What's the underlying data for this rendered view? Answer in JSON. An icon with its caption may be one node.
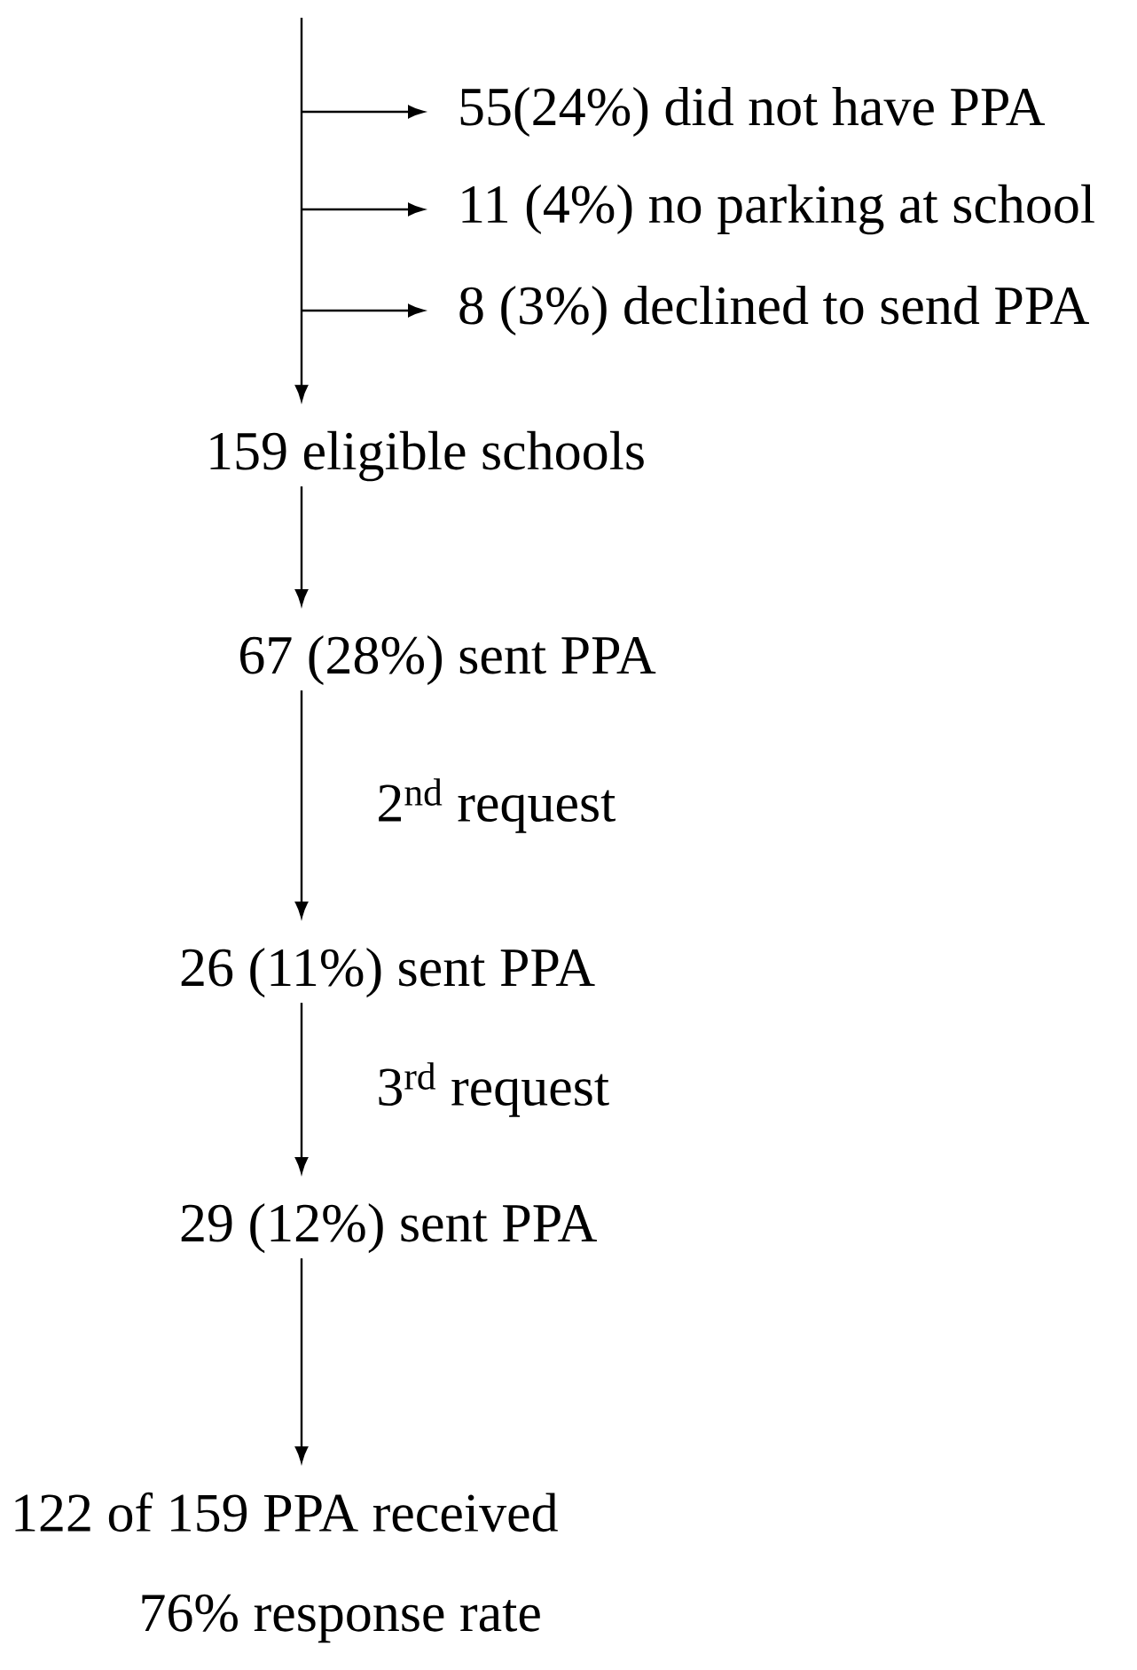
{
  "diagram": {
    "nodes": [
      {
        "text": [
          "55(24%) did not have PPA"
        ]
      },
      {
        "text": [
          "11 (4%) no parking at school"
        ]
      },
      {
        "text": [
          "8 (3%) declined to send PPA"
        ]
      },
      {
        "text": [
          "159 eligible schools"
        ]
      },
      {
        "text": [
          "67 (28%) sent PPA"
        ]
      },
      {
        "text": [
          "26 (11%) sent PPA"
        ]
      },
      {
        "text": [
          "29 (12%) sent PPA"
        ]
      },
      {
        "text": [
          "122 of 159 PPA received"
        ]
      }
    ],
    "edges": [
      {
        "from": null,
        "to": 3,
        "arrow": "to"
      },
      {
        "from": null,
        "to": 0,
        "arrow": "to"
      },
      {
        "from": null,
        "to": 1,
        "arrow": "to"
      },
      {
        "from": null,
        "to": 2,
        "arrow": "to"
      },
      {
        "from": 3,
        "to": 4,
        "arrow": "to"
      },
      {
        "from": 4,
        "to": 5,
        "label": "2$^{nd}$ request",
        "arrow": "to"
      },
      {
        "from": 5,
        "to": 6,
        "label": "3$^{rd}$ request",
        "arrow": "to"
      },
      {
        "from": 6,
        "to": 7,
        "arrow": "to"
      }
    ],
    "labels": [
      "76% response rate"
    ]
  }
}
